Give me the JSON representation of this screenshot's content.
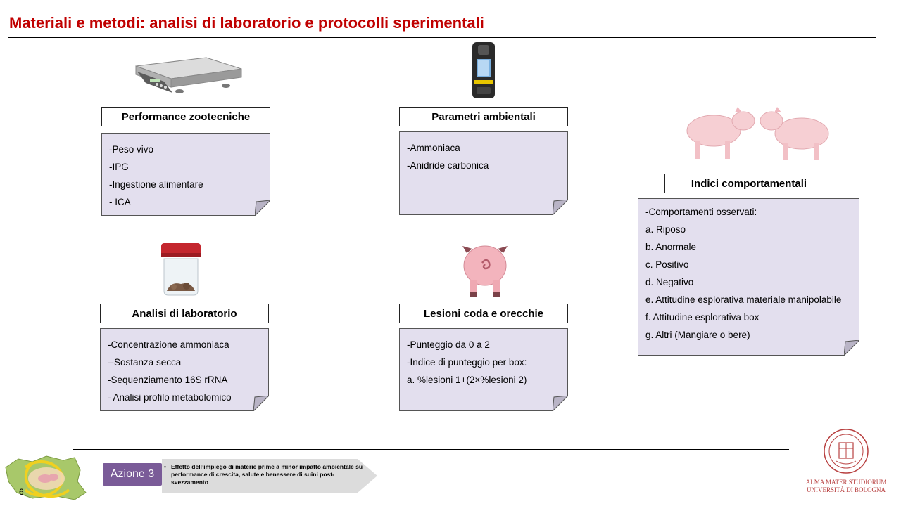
{
  "title": "Materiali e metodi: analisi di laboratorio e protocolli sperimentali",
  "sections": [
    {
      "header": "Performance zootecniche",
      "image_icon": "weighing-scale-icon",
      "items": [
        "-Peso vivo",
        "-IPG",
        "-Ingestione alimentare",
        "- ICA"
      ]
    },
    {
      "header": "Parametri ambientali",
      "image_icon": "gas-detector-icon",
      "items": [
        "-Ammoniaca",
        "-Anidride carbonica"
      ]
    },
    {
      "header": "Analisi  di laboratorio",
      "image_icon": "sample-jar-icon",
      "items": [
        "-Concentrazione ammoniaca",
        "--Sostanza secca",
        "-Sequenziamento 16S rRNA",
        "- Analisi  profilo metabolomico"
      ]
    },
    {
      "header": "Lesioni coda e orecchie",
      "image_icon": "pig-rear-icon",
      "items": [
        "-Punteggio da 0 a 2",
        "-Indice di punteggio per box:",
        "a. %lesioni  1+(2×%lesioni 2)"
      ]
    },
    {
      "header": "Indici comportamentali",
      "image_icon": "two-pigs-icon",
      "items": [
        "-Comportamenti osservati:",
        "a. Riposo",
        "b. Anormale",
        "c. Positivo",
        "d. Negativo",
        "e. Attitudine esplorativa materiale manipolabile",
        "f.  Attitudine esplorativa  box",
        "g. Altri (Mangiare o bere)"
      ]
    }
  ],
  "footer": {
    "azione_label": "Azione 3",
    "azione_text": "Effetto dell’impiego di materie prime a minor impatto ambientale su performance di crescita, salute e benessere di suini post-svezzamento",
    "page_number": "6",
    "university_line1": "ALMA MATER STUDIORUM",
    "university_line2": "UNIVERSITÀ DI BOLOGNA",
    "logo_icon": "unibo-seal-icon",
    "region_icon": "emilia-romagna-map-icon"
  }
}
